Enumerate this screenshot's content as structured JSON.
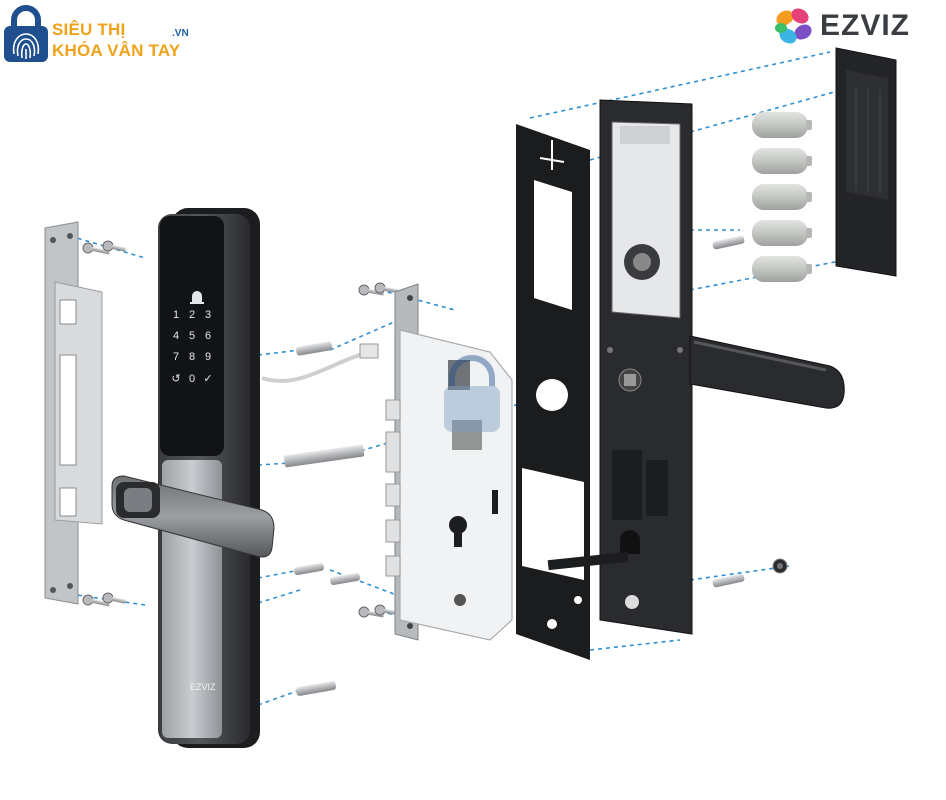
{
  "brand": {
    "line1": "SIÊU THỊ",
    "tld": ".VN",
    "line2": "KHÓA VÂN TAY"
  },
  "ezviz": {
    "wordmark": "EZVIZ",
    "front_logo": "EZVIZ"
  },
  "keypad": {
    "keys": [
      "1",
      "2",
      "3",
      "4",
      "5",
      "6",
      "7",
      "8",
      "9",
      "↺",
      "0",
      "✓"
    ]
  },
  "icons": {
    "bell": "bell-icon",
    "card": "card-icon",
    "fingerprint": "fingerprint-icon",
    "lock": "padlock-icon"
  },
  "colors": {
    "brand_orange": "#f0a21a",
    "brand_navy": "#1f4f8f",
    "leader_line": "#2f8fd1",
    "lock_body": "#2d2e31",
    "lock_frame": "#1c1d1f",
    "mortise_white": "#f1f2f3",
    "steel": "#b9bcc0",
    "battery": "#c9ccc9"
  }
}
